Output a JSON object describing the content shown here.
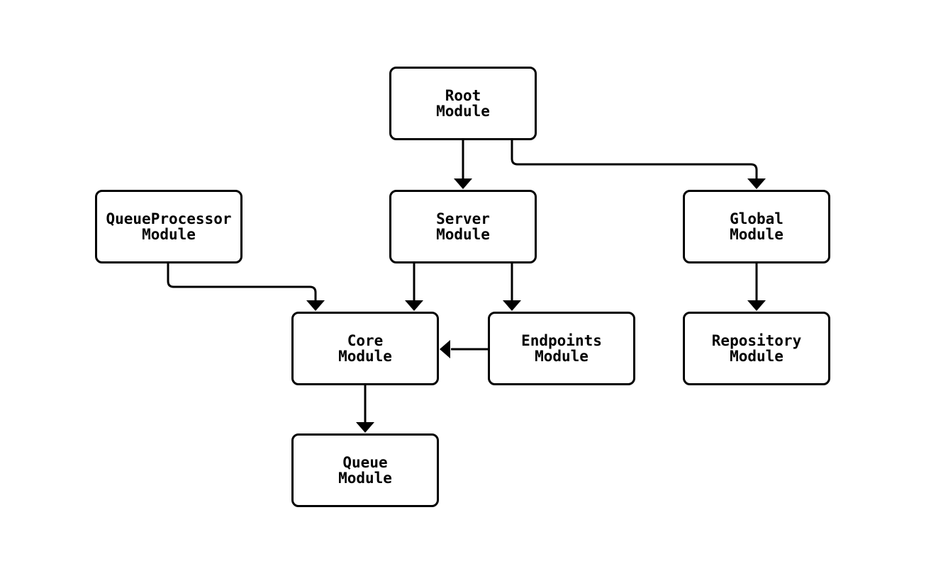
{
  "diagram": {
    "type": "module-dependency-flowchart",
    "colors": {
      "background": "#ffffff",
      "node_fill": "#ffffff",
      "node_border": "#000000",
      "edge": "#000000",
      "text": "#000000"
    },
    "nodes": {
      "root": {
        "line1": "Root",
        "line2": "Module"
      },
      "queueprocessor": {
        "line1": "QueueProcessor",
        "line2": "Module"
      },
      "server": {
        "line1": "Server",
        "line2": "Module"
      },
      "global": {
        "line1": "Global",
        "line2": "Module"
      },
      "core": {
        "line1": "Core",
        "line2": "Module"
      },
      "endpoints": {
        "line1": "Endpoints",
        "line2": "Module"
      },
      "repository": {
        "line1": "Repository",
        "line2": "Module"
      },
      "queue": {
        "line1": "Queue",
        "line2": "Module"
      }
    },
    "edges": [
      {
        "from": "Root Module",
        "to": "Server Module"
      },
      {
        "from": "Root Module",
        "to": "Global Module"
      },
      {
        "from": "QueueProcessor Module",
        "to": "Core Module"
      },
      {
        "from": "Server Module",
        "to": "Core Module"
      },
      {
        "from": "Server Module",
        "to": "Endpoints Module"
      },
      {
        "from": "Global Module",
        "to": "Repository Module"
      },
      {
        "from": "Endpoints Module",
        "to": "Core Module"
      },
      {
        "from": "Core Module",
        "to": "Queue Module"
      }
    ]
  }
}
